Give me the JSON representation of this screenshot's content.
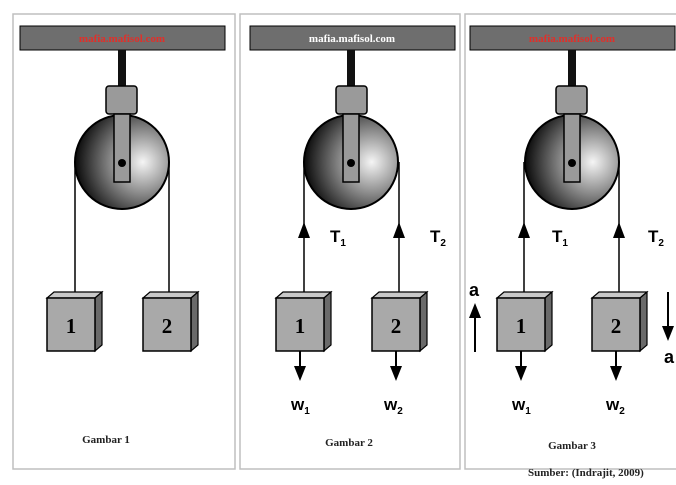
{
  "panels": [
    {
      "watermark": "mafia.mafisol.com",
      "watermark_color": "#e0302a",
      "caption": "Gambar 1",
      "block_left": "1",
      "block_right": "2",
      "show_forces": false,
      "show_acceleration": false
    },
    {
      "watermark": "mafia.mafisol.com",
      "watermark_color": "#ffffff",
      "caption": "Gambar 2",
      "block_left": "1",
      "block_right": "2",
      "show_forces": true,
      "show_acceleration": false,
      "tension_left": "T",
      "tension_left_sub": "1",
      "tension_right": "T",
      "tension_right_sub": "2",
      "weight_left": "w",
      "weight_left_sub": "1",
      "weight_right": "w",
      "weight_right_sub": "2"
    },
    {
      "watermark": "mafia.mafisol.com",
      "watermark_color": "#e0302a",
      "caption": "Gambar 3",
      "block_left": "1",
      "block_right": "2",
      "show_forces": true,
      "show_acceleration": true,
      "tension_left": "T",
      "tension_left_sub": "1",
      "tension_right": "T",
      "tension_right_sub": "2",
      "weight_left": "w",
      "weight_left_sub": "1",
      "weight_right": "w",
      "weight_right_sub": "2",
      "accel_left": "a",
      "accel_right": "a"
    }
  ],
  "source_text": "Sumber: (Indrajit, 2009)",
  "colors": {
    "header_bar": "#6e6e6e",
    "block_fill": "#a9a9a9",
    "mount_fill": "#9a9a9a",
    "panel_border": "#bfbfbf"
  }
}
